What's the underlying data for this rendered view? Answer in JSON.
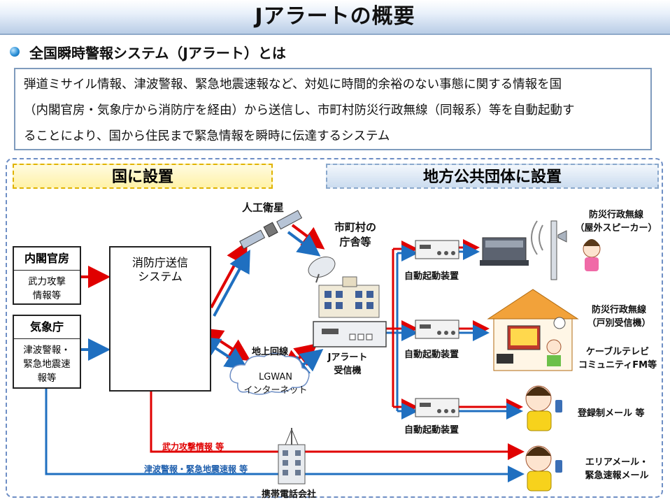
{
  "title": "Jアラートの概要",
  "subheading": "全国瞬時警報システム（Jアラート）とは",
  "description": [
    "弾道ミサイル情報、津波警報、緊急地震速報など、対処に時間的余裕のない事態に関する情報を国",
    "（内閣官房・気象庁から消防庁を経由）から送信し、市町村防災行政無線（同報系）等を自動起動す",
    "ることにより、国から住民まで緊急情報を瞬時に伝達するシステム"
  ],
  "sections": {
    "national": "国に設置",
    "local": "地方公共団体に設置"
  },
  "sources": {
    "cabinet": {
      "name": "内閣官房",
      "info": [
        "武力攻撃",
        "情報等"
      ]
    },
    "jma": {
      "name": "気象庁",
      "info": [
        "津波警報・",
        "緊急地震速",
        "報等"
      ]
    }
  },
  "fdma": [
    "消防庁送信",
    "システム"
  ],
  "satellite": "人工衛星",
  "ground_line": "地上回線",
  "lgwan": [
    "LGWAN",
    "インターネット"
  ],
  "municipal_office": [
    "市町村の",
    "庁舎等"
  ],
  "receiver": [
    "Jアラート",
    "受信機"
  ],
  "auto_start": [
    "自動起動装置",
    "自動起動装置",
    "自動起動装置"
  ],
  "outputs": {
    "outdoor_speaker": [
      "防災行政無線",
      "（屋外スピーカー）"
    ],
    "home_receiver": [
      "防災行政無線",
      "（戸別受信機）"
    ],
    "cable": [
      "ケーブルテレビ",
      "コミュニティFM等"
    ],
    "registered_mail": "登録制メール 等",
    "area_mail": [
      "エリアメール・",
      "緊急速報メール"
    ]
  },
  "line_labels": {
    "armed_attack": "武力攻撃情報 等",
    "tsunami_quake": "津波警報・緊急地震速報 等"
  },
  "mobile_carrier": "携帯電話会社",
  "colors": {
    "red": "#e00000",
    "blue": "#1f6fc0",
    "frame": "#6f8fc5"
  }
}
